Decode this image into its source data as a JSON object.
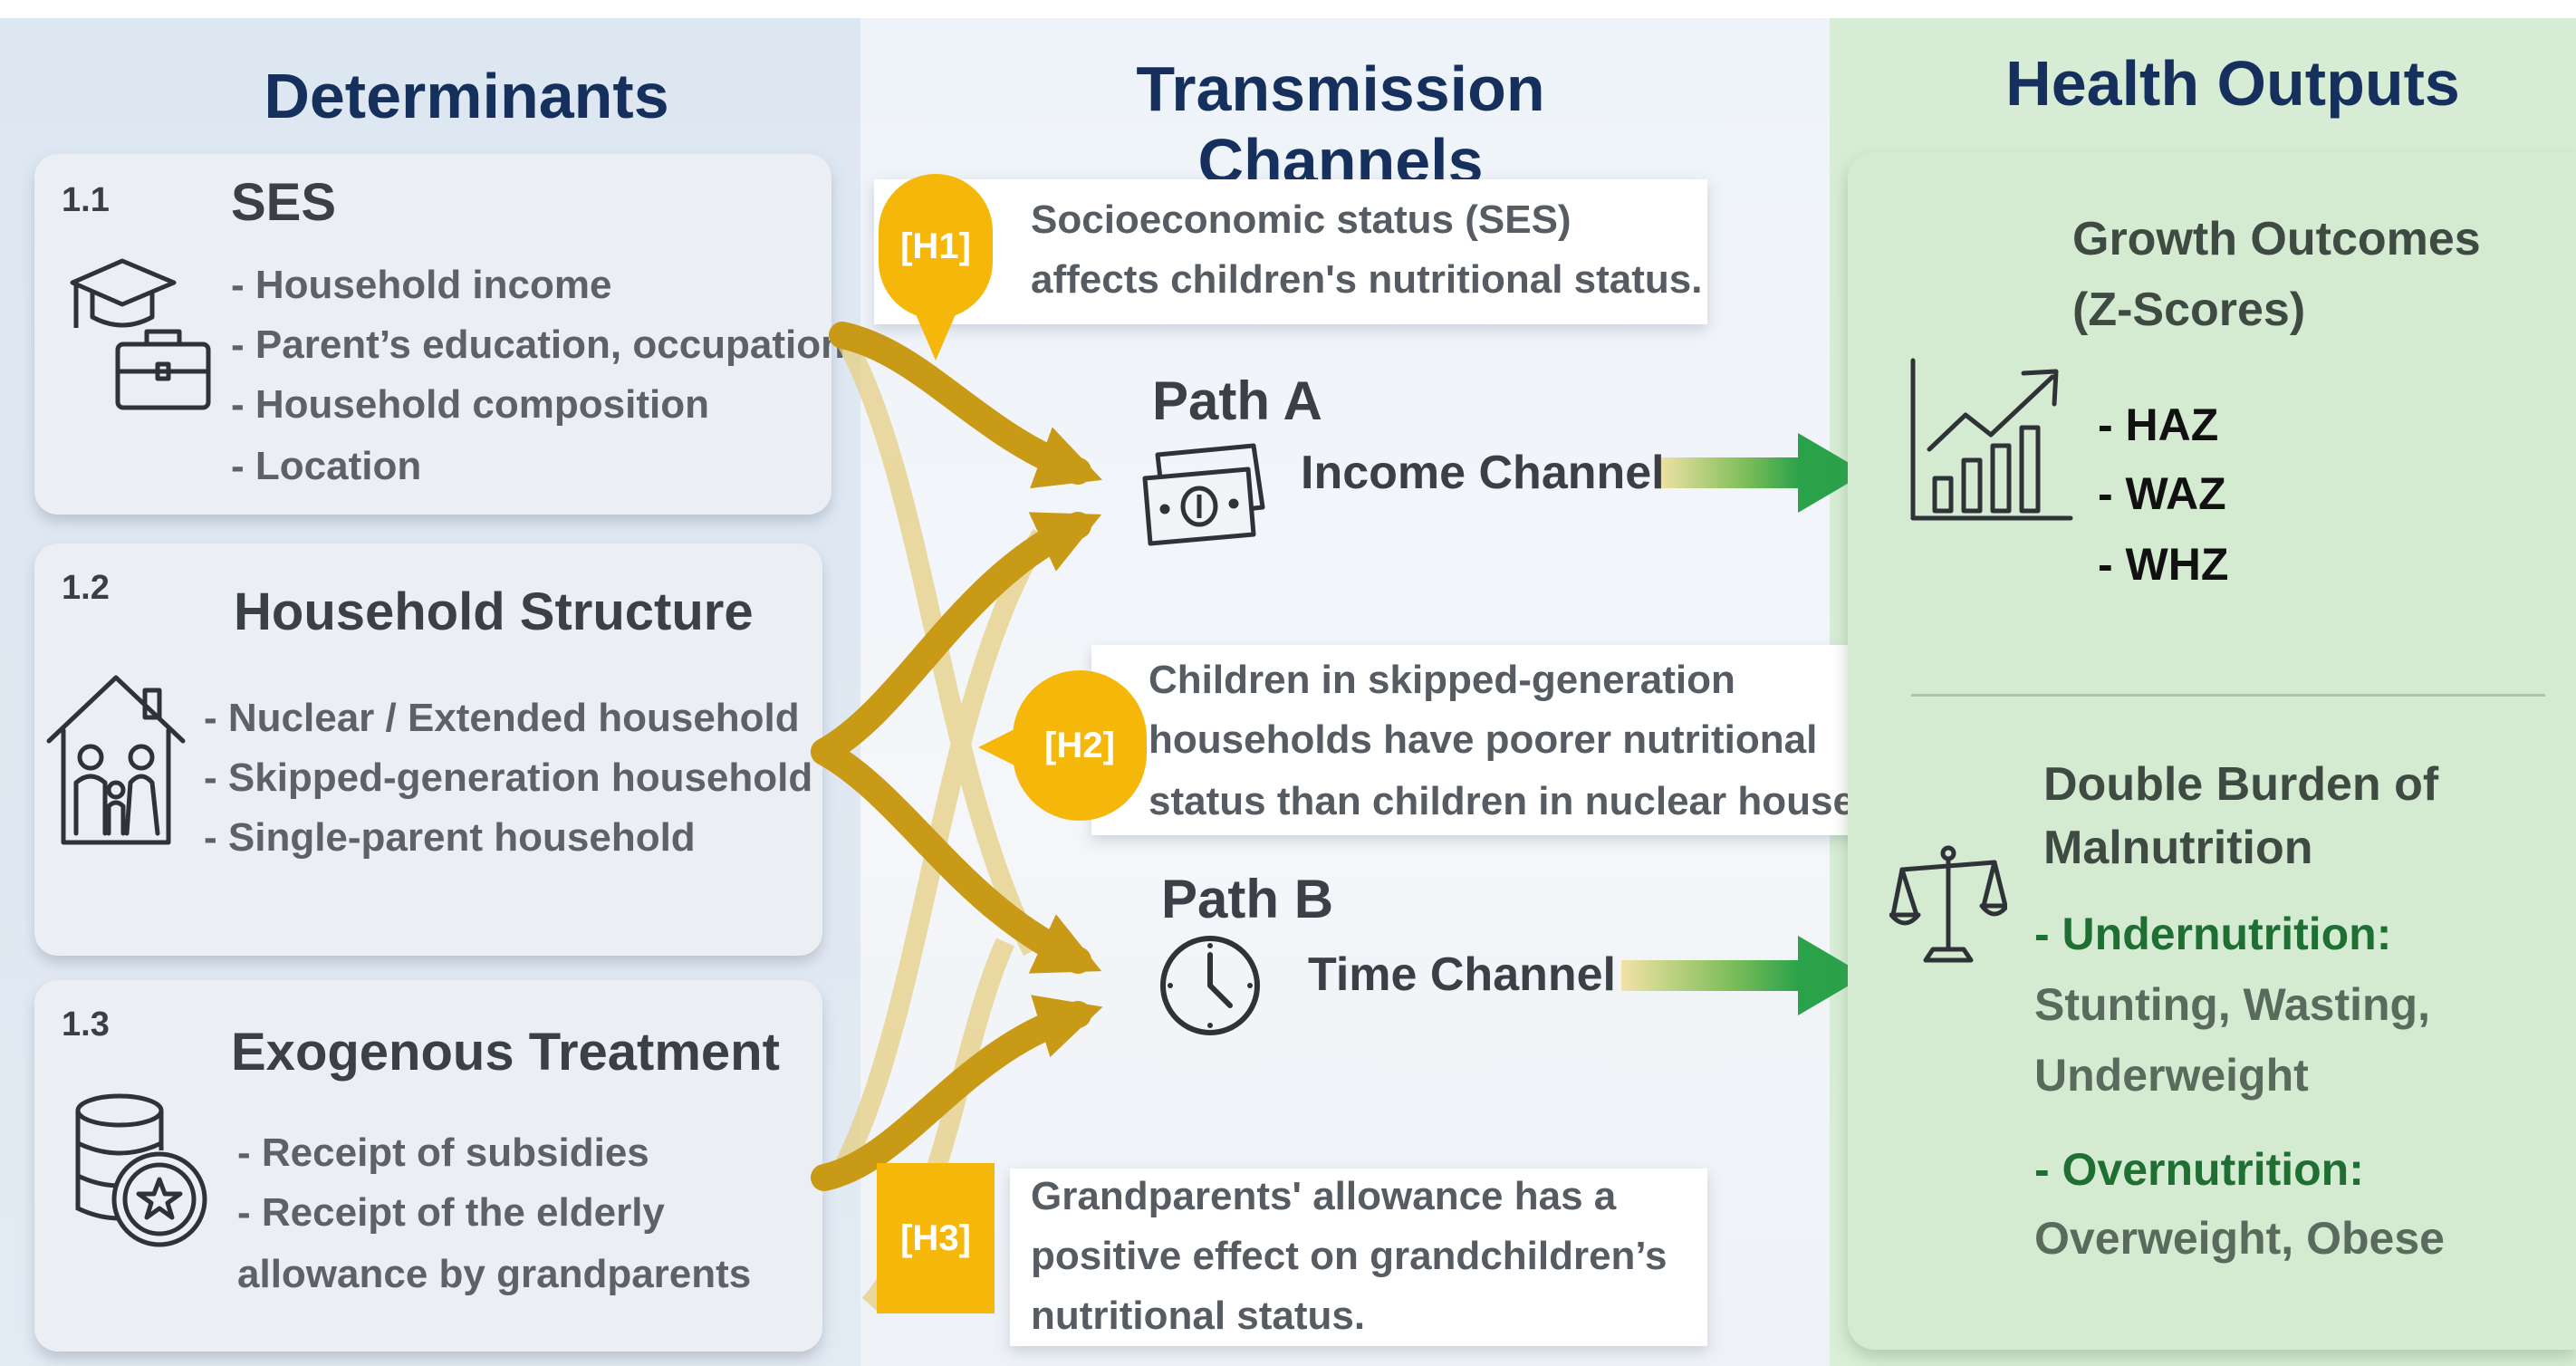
{
  "columns": {
    "determinants": "Determinants",
    "transmission": "Transmission Channels",
    "health": "Health Outputs"
  },
  "determinants": [
    {
      "num": "1.1",
      "title": "SES",
      "icon": "graduation-cap-briefcase-icon",
      "items": [
        "- Household income",
        "- Parent’s education, occupation",
        "- Household composition",
        "- Location"
      ]
    },
    {
      "num": "1.2",
      "title": "Household Structure",
      "icon": "house-family-icon",
      "items": [
        "- Nuclear / Extended household",
        "- Skipped-generation household",
        "- Single-parent household"
      ]
    },
    {
      "num": "1.3",
      "title": "Exogenous Treatment",
      "icon": "coins-star-icon",
      "items": [
        "- Receipt of subsidies",
        "- Receipt of the elderly",
        "allowance by grandparents"
      ]
    }
  ],
  "hypotheses": [
    {
      "tag": "[H1]",
      "lines": [
        "Socioeconomic status (SES)",
        "affects children's nutritional status."
      ]
    },
    {
      "tag": "[H2]",
      "lines": [
        "Children in skipped-generation",
        "households have poorer nutritional",
        "status than children in nuclear households."
      ]
    },
    {
      "tag": "[H3]",
      "lines": [
        "Grandparents' allowance has a",
        "positive effect on grandchildren’s",
        " nutritional status."
      ]
    }
  ],
  "paths": [
    {
      "label": "Path A",
      "channel": "Income Channel",
      "icon": "money-bill-icon"
    },
    {
      "label": "Path B",
      "channel": "Time Channel",
      "icon": "clock-icon"
    }
  ],
  "outputs": {
    "growth": {
      "title_lines": [
        "Growth Outcomes",
        "(Z-Scores)"
      ],
      "icon": "bar-chart-trend-icon",
      "items": [
        "- HAZ",
        "- WAZ",
        "- WHZ"
      ]
    },
    "burden": {
      "title_lines": [
        "Double Burden of",
        "Malnutrition"
      ],
      "icon": "balance-scale-icon",
      "under_label": "- Undernutrition:",
      "under_lines": [
        "Stunting, Wasting,",
        "Underweight"
      ],
      "over_label": "- Overnutrition:",
      "over_lines": [
        "Overweight, Obese"
      ]
    }
  },
  "colors": {
    "arrow_gold": "#c99a16",
    "pin_yellow": "#f5b80a",
    "title_navy": "#16305e",
    "green_arrow": "#2aa24a"
  }
}
